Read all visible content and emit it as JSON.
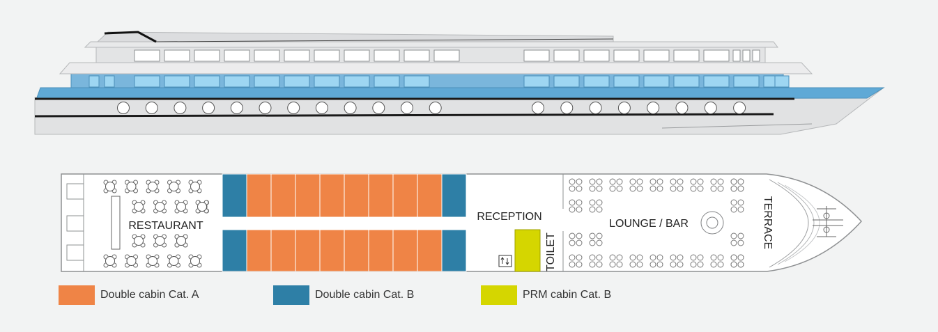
{
  "colors": {
    "cabin_a": "#ef8446",
    "cabin_b": "#2e7fa6",
    "prm": "#d5d600",
    "hull_blue": "#5fa9d6",
    "window_blue": "#8fd0f0"
  },
  "rooms": {
    "restaurant": "RESTAURANT",
    "reception": "RECEPTION",
    "toilet": "TOILET",
    "lounge_bar": "LOUNGE / BAR",
    "terrace": "TERRACE"
  },
  "legend": [
    {
      "label": "Double cabin Cat. A",
      "color_key": "cabin_a"
    },
    {
      "label": "Double cabin Cat. B",
      "color_key": "cabin_b"
    },
    {
      "label": "PRM cabin Cat. B",
      "color_key": "prm"
    }
  ],
  "icons": [
    "ship-side-view-icon",
    "table-icon",
    "lounge-seat-icon",
    "elevator-icon",
    "anchor-winch-icon"
  ]
}
